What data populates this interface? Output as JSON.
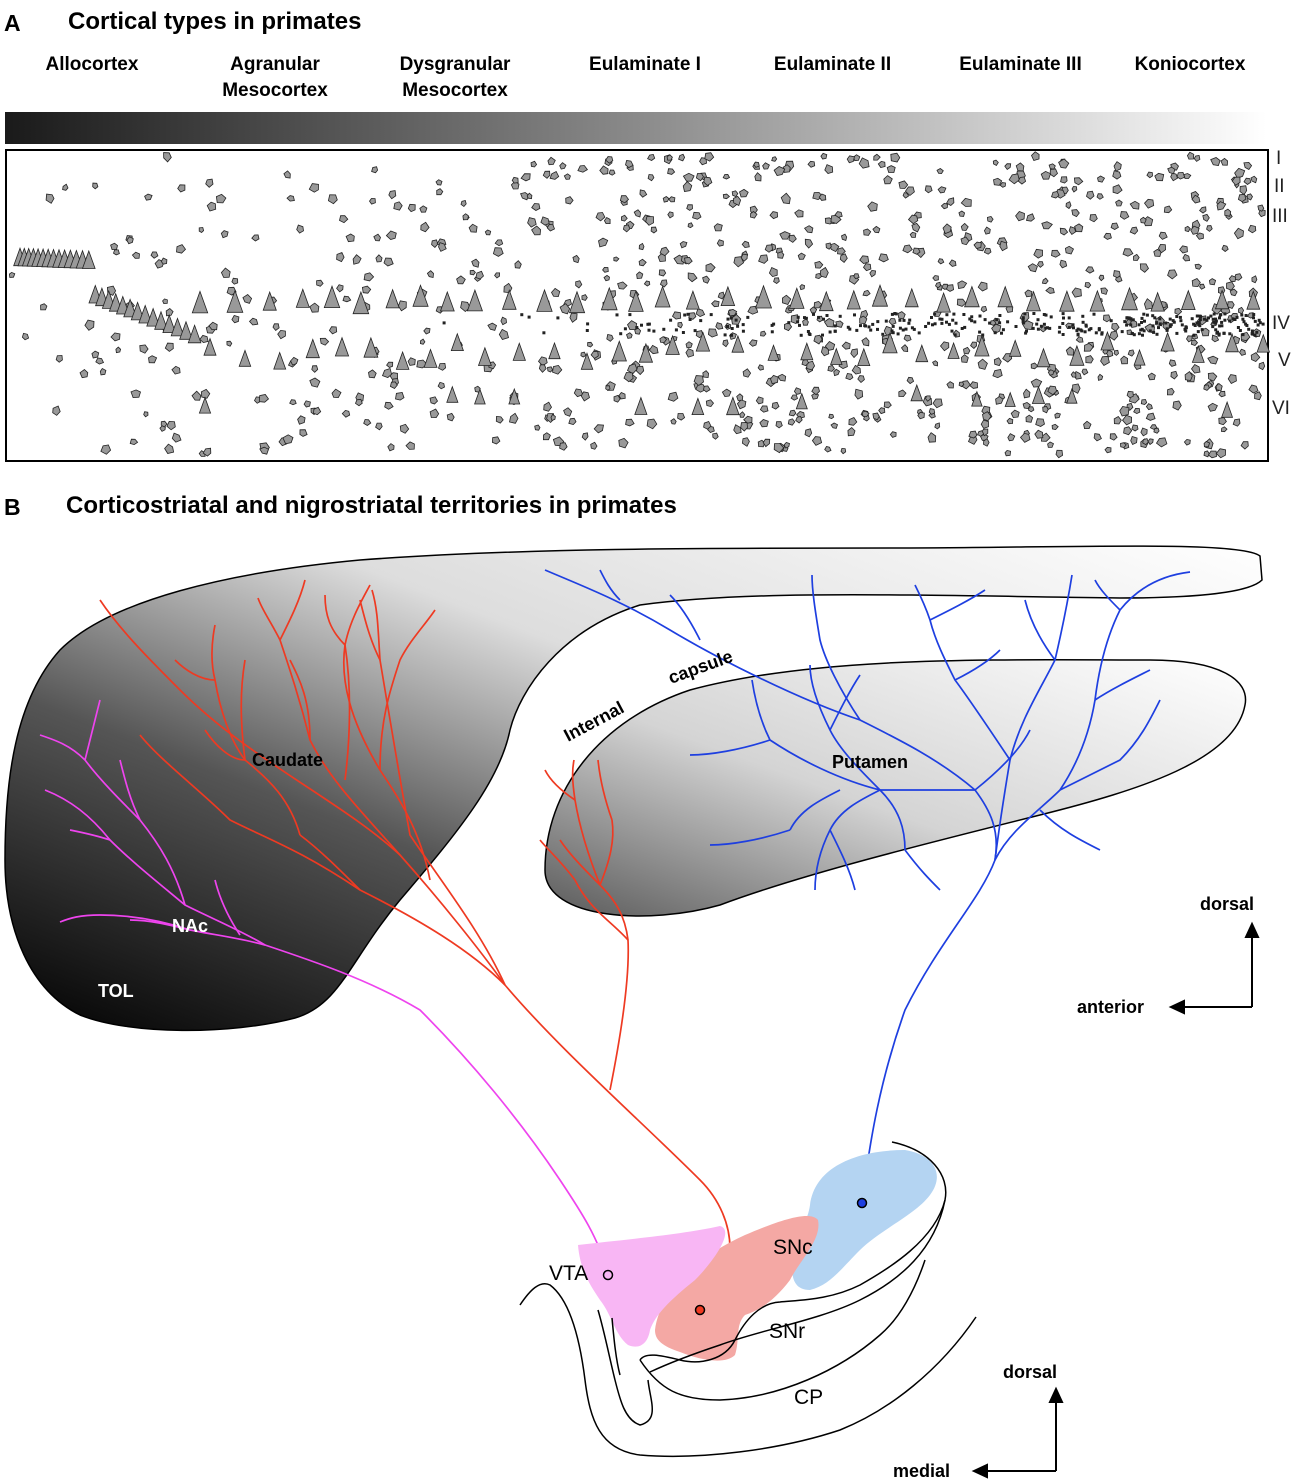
{
  "panel_a": {
    "letter": "A",
    "title": "Cortical types in primates",
    "cortical_types": [
      {
        "line1": "Allocortex",
        "line2": ""
      },
      {
        "line1": "Agranular",
        "line2": "Mesocortex"
      },
      {
        "line1": "Dysgranular",
        "line2": "Mesocortex"
      },
      {
        "line1": "Eulaminate I",
        "line2": ""
      },
      {
        "line1": "Eulaminate II",
        "line2": ""
      },
      {
        "line1": "Eulaminate III",
        "line2": ""
      },
      {
        "line1": "Koniocortex",
        "line2": ""
      }
    ],
    "layers": [
      "I",
      "II",
      "III",
      "IV",
      "V",
      "VI"
    ]
  },
  "panel_b": {
    "letter": "B",
    "title": "Corticostriatal and nigrostriatal territories in primates",
    "labels": {
      "caudate": "Caudate",
      "putamen": "Putamen",
      "nac": "NAc",
      "tol": "TOL",
      "internal": "Internal",
      "capsule": "capsule",
      "vta": "VTA",
      "snc": "SNc",
      "snr": "SNr",
      "cp": "CP"
    },
    "compass_upper": {
      "up": "dorsal",
      "left": "anterior"
    },
    "compass_lower": {
      "up": "dorsal",
      "left": "medial"
    }
  },
  "colors": {
    "red_fibers": "#ee3a22",
    "blue_fibers": "#1e3fe0",
    "magenta_fibers": "#ee44ee",
    "vta_fill": "#f8b6f4",
    "snc_fill": "#f4a8a4",
    "blue_fill": "#b4d4f2",
    "cell_fill": "#999999"
  }
}
